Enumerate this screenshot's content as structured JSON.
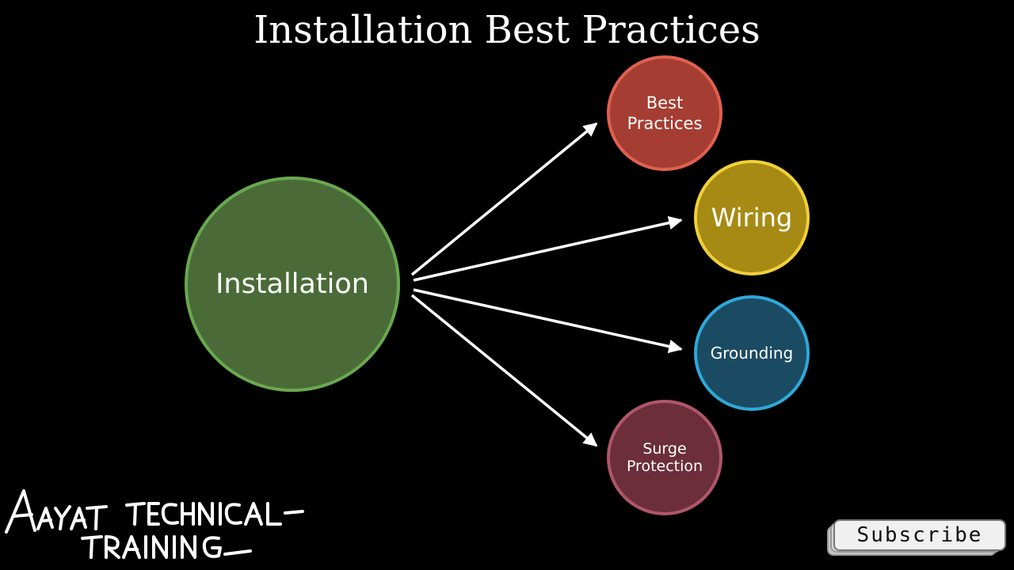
{
  "title": "Installation Best Practices",
  "nodes": {
    "center": {
      "label": "Installation",
      "fill": "#4a6b37",
      "stroke": "#6aa84f"
    },
    "branches": [
      {
        "lines": [
          "Best",
          "Practices"
        ],
        "fill": "#a63d33",
        "stroke": "#e0604f"
      },
      {
        "lines": [
          "Wiring"
        ],
        "fill": "#a68a14",
        "stroke": "#f0d038"
      },
      {
        "lines": [
          "Grounding"
        ],
        "fill": "#1b4b62",
        "stroke": "#2ea8d8"
      },
      {
        "lines": [
          "Surge",
          "Protection"
        ],
        "fill": "#6b2e3a",
        "stroke": "#b0566a"
      }
    ]
  },
  "watermark": {
    "line1": "AAYAT TECHNICAL",
    "line2": "TRAINING"
  },
  "subscribe_label": "Subscribe",
  "colors": {
    "background": "#000000",
    "arrow": "#ffffff",
    "text": "#ffffff"
  }
}
